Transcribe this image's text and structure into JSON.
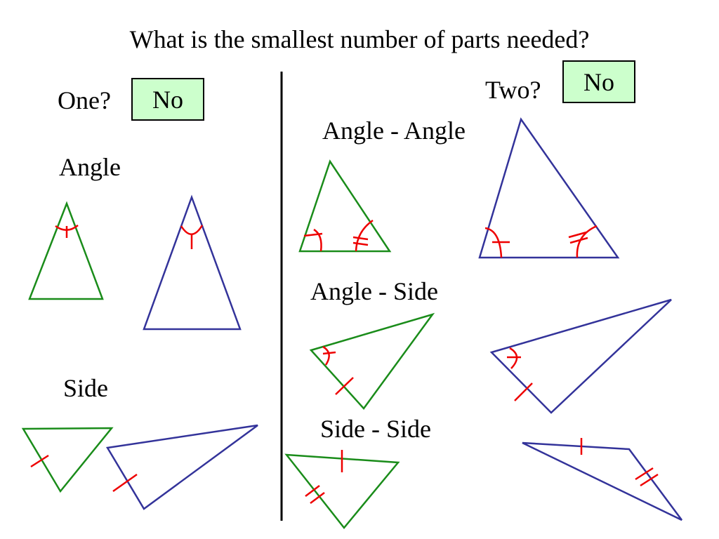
{
  "title": "What is the smallest number of parts needed?",
  "left": {
    "question": "One?",
    "answer": "No",
    "angle_heading": "Angle",
    "side_heading": "Side"
  },
  "right": {
    "question": "Two?",
    "answer": "No",
    "aa_heading": "Angle - Angle",
    "as_heading": "Angle - Side",
    "ss_heading": "Side - Side"
  },
  "colors": {
    "green_triangle": "#1a8c1a",
    "blue_triangle": "#33339a",
    "mark": "#ee0000",
    "answer_box": "#ccffcc"
  }
}
